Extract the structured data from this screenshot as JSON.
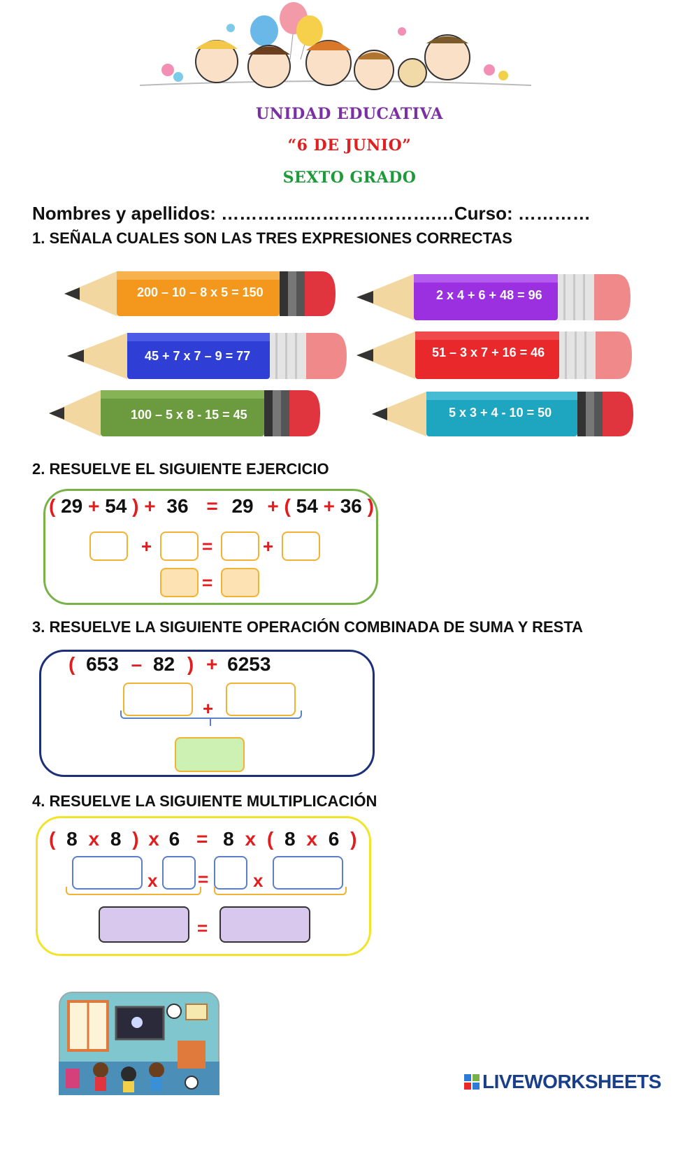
{
  "header": {
    "school_line1": "UNIDAD EDUCATIVA",
    "school_line2": "“6 DE JUNIO”",
    "grade": "SEXTO GRADO"
  },
  "names_line": "Nombres y apellidos: …………..………………….…Curso: …………",
  "questions": {
    "q1": "1. SEÑALA CUALES SON LAS TRES EXPRESIONES CORRECTAS",
    "q2": "2. RESUELVE EL SIGUIENTE EJERCICIO",
    "q3": "3. RESUELVE LA SIGUIENTE OPERACIÓN COMBINADA DE SUMA Y RESTA",
    "q4": "4. RESUELVE LA SIGUIENTE MULTIPLICACIÓN"
  },
  "pencils": [
    {
      "expr": "200 – 10 – 8 x 5 = 150",
      "color": "#f4981d"
    },
    {
      "expr": "2 x 4 + 6 + 48 = 96",
      "color": "#9b30e0"
    },
    {
      "expr": "45 + 7 x 7 – 9 = 77",
      "color": "#2f3fd6"
    },
    {
      "expr": "51 – 3 x 7 + 16 = 46",
      "color": "#e8282b"
    },
    {
      "expr": "100 – 5 x 8 - 15 = 45",
      "color": "#6c9a3e"
    },
    {
      "expr": "5 x 3 + 4 - 10 = 50",
      "color": "#1ea6c0"
    }
  ],
  "ex2": {
    "lp1": "(",
    "a": "29",
    "plus1": "+",
    "b": "54",
    "rp1": ")",
    "plus2": "+",
    "c": "36",
    "eq": "=",
    "d": "29",
    "plus3": "+",
    "lp2": "(",
    "e": "54",
    "plus4": "+",
    "f": "36",
    "rp2": ")",
    "row1_plus_a": "+",
    "row1_eq": "=",
    "row1_plus_b": "+",
    "row2_eq": "="
  },
  "ex3": {
    "lp": "(",
    "a": "653",
    "minus": "–",
    "b": "82",
    "rp": ")",
    "plus": "+",
    "c": "6253",
    "row1_plus": "+"
  },
  "ex4": {
    "lp1": "(",
    "a": "8",
    "x1": "x",
    "b": "8",
    "rp1": ")",
    "x2": "x",
    "c": "6",
    "eq": "=",
    "d": "8",
    "x3": "x",
    "lp2": "(",
    "e": "8",
    "x4": "x",
    "f": "6",
    "rp2": ")",
    "row1_x_a": "x",
    "row1_eq": "=",
    "row1_x_b": "x",
    "row2_eq": "="
  },
  "footer": {
    "brand": "LIVEWORKSHEETS"
  },
  "colors": {
    "frame2": "#7ab24a",
    "frame3": "#1c2f7a",
    "frame4": "#f2e42a",
    "box_orange": "#f2b233",
    "box_blue": "#5b7fc9"
  }
}
